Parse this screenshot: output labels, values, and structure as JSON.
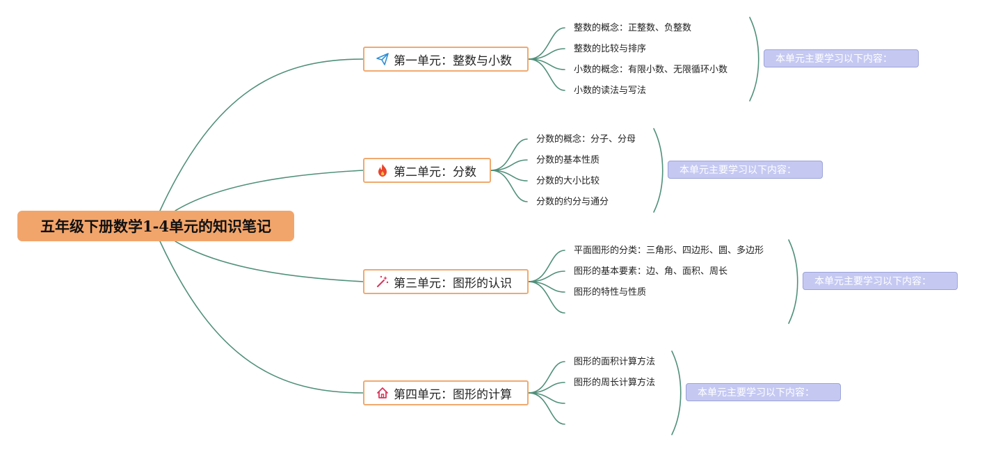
{
  "root": {
    "title": "五年级下册数学1-4单元的知识笔记"
  },
  "colors": {
    "root_fill": "#f2a56b",
    "branch_line": "#4f8f7a",
    "unit_border": "#f0a96e",
    "summary_fill": "#c5c9f2"
  },
  "units": [
    {
      "title": "第一单元：整数与小数",
      "icon": "paper-plane-icon",
      "items": [
        "整数的概念：正整数、负整数",
        "整数的比较与排序",
        "小数的概念：有限小数、无限循环小数",
        "小数的读法与写法"
      ],
      "summary": "本单元主要学习以下内容："
    },
    {
      "title": "第二单元：分数",
      "icon": "fire-icon",
      "items": [
        "分数的概念：分子、分母",
        "分数的基本性质",
        "分数的大小比较",
        "分数的约分与通分"
      ],
      "summary": "本单元主要学习以下内容："
    },
    {
      "title": "第三单元：图形的认识",
      "icon": "magic-wand-icon",
      "items": [
        "平面图形的分类：三角形、四边形、圆、多边形",
        "图形的基本要素：边、角、面积、周长",
        "图形的特性与性质"
      ],
      "summary": "本单元主要学习以下内容："
    },
    {
      "title": "第四单元：图形的计算",
      "icon": "home-icon",
      "items": [
        "图形的面积计算方法",
        "图形的周长计算方法"
      ],
      "summary": "本单元主要学习以下内容："
    }
  ]
}
